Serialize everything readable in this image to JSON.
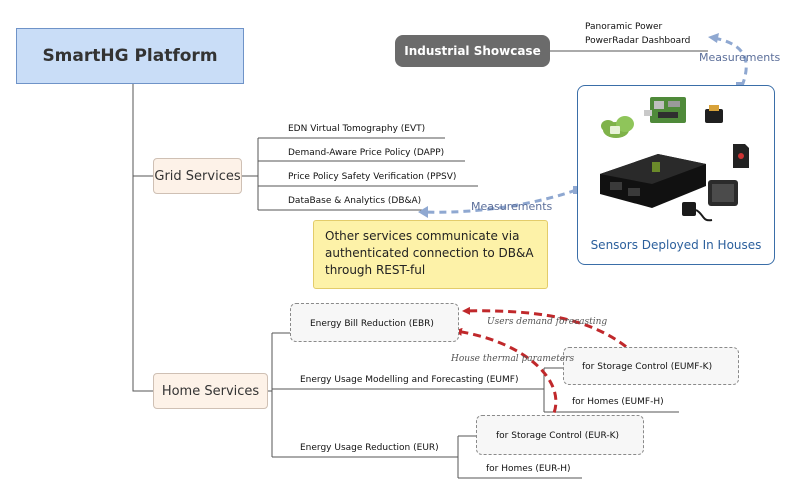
{
  "root": {
    "label": "SmartHG Platform"
  },
  "grid": {
    "label": "Grid Services",
    "items": [
      "EDN Virtual Tomography (EVT)",
      "Demand-Aware Price Policy (DAPP)",
      "Price Policy Safety Verification (PPSV)",
      "DataBase & Analytics (DB&A)"
    ]
  },
  "home": {
    "label": "Home Services",
    "ebr": "Energy Bill Reduction (EBR)",
    "eumf": "Energy Usage Modelling and Forecasting (EUMF)",
    "eumf_k": "for Storage Control (EUMF-K)",
    "eumf_h": "for Homes (EUMF-H)",
    "eur": "Energy Usage Reduction (EUR)",
    "eur_k": "for Storage Control (EUR-K)",
    "eur_h": "for Homes (EUR-H)"
  },
  "showcase": {
    "label": "Industrial Showcase",
    "line1": "Panoramic Power",
    "line2": "PowerRadar Dashboard"
  },
  "measurements": {
    "top": "Measurements",
    "mid": "Measurements"
  },
  "sensors": {
    "caption": "Sensors Deployed In Houses"
  },
  "note": {
    "text": "Other services communicate via authenticated connection to DB&A through REST-ful"
  },
  "annotations": {
    "users_demand": "Users demand forecasting",
    "house_thermal": "House thermal parameters"
  },
  "colors": {
    "root_fill": "#c9ddf7",
    "branch_fill": "#fdf2e8",
    "note_fill": "#fdf2a8",
    "arrow_red": "#c0282b",
    "arrow_blue": "#8fa8d1",
    "sensor_border": "#3a6ea8"
  },
  "icons": [
    "cloud-icon",
    "raspberry-pi-board-icon",
    "usb-dongle-icon",
    "sd-card-icon",
    "black-enclosure-icon",
    "carry-case-icon",
    "power-adapter-icon"
  ]
}
